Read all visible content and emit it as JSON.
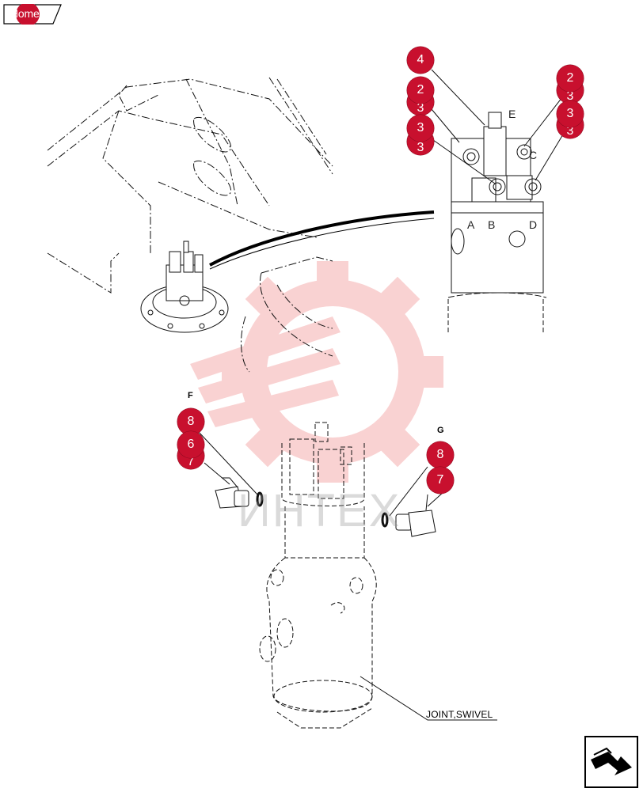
{
  "home_button": {
    "label": "Home"
  },
  "watermark": {
    "text": "ИНТЕХ",
    "color": "#f4a6a6"
  },
  "callout_color": "#c8102e",
  "detail": {
    "callouts": [
      "4",
      "2",
      "3",
      "2",
      "3"
    ],
    "hidden_callouts": [
      "3",
      "3",
      "3"
    ],
    "ports": [
      "E",
      "C",
      "A",
      "B",
      "D"
    ]
  },
  "views": {
    "f": "F",
    "g": "G"
  },
  "lower": {
    "callouts": [
      "8",
      "6",
      "8",
      "7"
    ],
    "hidden_callouts": [
      "7"
    ]
  },
  "part_label": "JOINT,SWIVEL",
  "nav": {
    "icon": "next-page-arrow-icon"
  }
}
